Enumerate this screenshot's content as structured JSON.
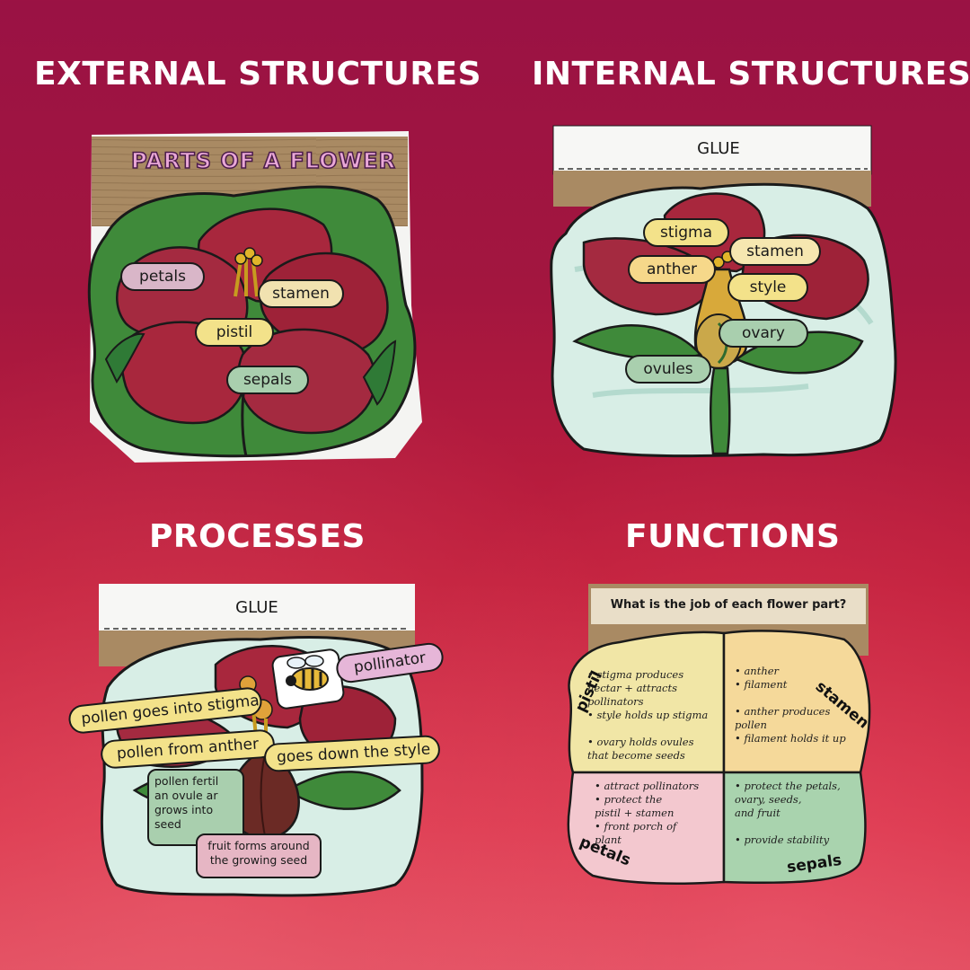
{
  "colors": {
    "background": "#a3163f",
    "title": "#ffffff",
    "petal": "#a8273d",
    "leaf": "#3f8a3a",
    "banner": "#a98a63",
    "mint": "#d8eee6",
    "label_purple": "#d9b6c8",
    "label_yellow": "#f3e28a",
    "label_green": "#a9cfae"
  },
  "titles": {
    "external": "EXTERNAL STRUCTURES",
    "internal": "INTERNAL STRUCTURES",
    "processes": "PROCESSES",
    "functions": "FUNCTIONS"
  },
  "external": {
    "banner_title": "PARTS OF A FLOWER",
    "labels": {
      "petals": "petals",
      "stamen": "stamen",
      "pistil": "pistil",
      "sepals": "sepals"
    }
  },
  "internal": {
    "glue": "GLUE",
    "labels": {
      "stigma": "stigma",
      "anther": "anther",
      "stamen": "stamen",
      "style": "style",
      "ovary": "ovary",
      "ovules": "ovules"
    }
  },
  "processes": {
    "glue": "GLUE",
    "labels": {
      "stigma": "pollen goes into stigma",
      "anther": "pollen from anther",
      "style": "goes down the style",
      "pollinator": "pollinator",
      "ovule": "pollen fertil\nan ovule ar\ngrows into\nseed",
      "fruit": "fruit forms around\nthe growing seed"
    }
  },
  "functions": {
    "question": "What is the job of each flower part?",
    "pistil": {
      "heading": "pistil",
      "notes": "• stigma produces\n  nectar + attracts\n  pollinators\n• style holds up stigma\n\n• ovary holds ovules\n  that become seeds"
    },
    "stamen": {
      "heading": "stamen",
      "notes": "• anther\n• filament\n\n• anther produces\n  pollen\n• filament holds it up"
    },
    "petals": {
      "heading": "petals",
      "notes": "• attract pollinators\n• protect the\n  pistil + stamen\n  • front porch of\n    plant"
    },
    "sepals": {
      "heading": "sepals",
      "notes": "• protect the petals,\n  ovary, seeds,\n  and fruit\n\n• provide stability"
    }
  }
}
